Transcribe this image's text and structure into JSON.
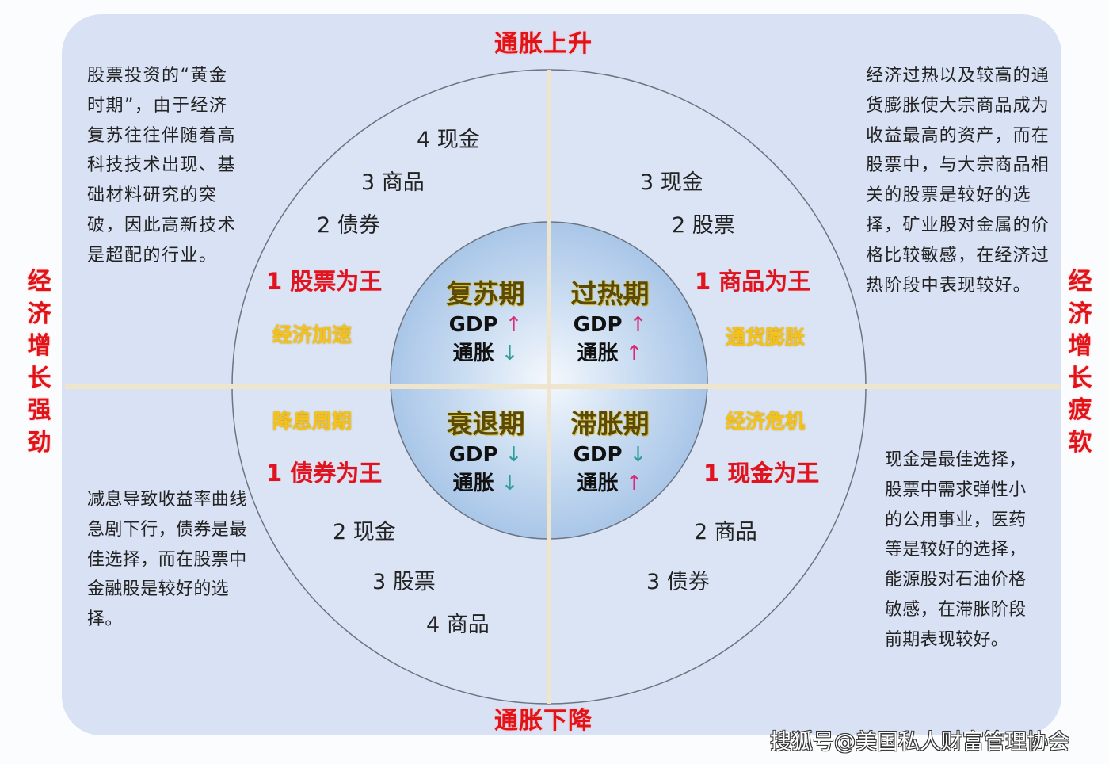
{
  "axes": {
    "top": "通胀上升",
    "bottom": "通胀下降",
    "left": "经济增长强劲",
    "right": "经济增长疲软"
  },
  "quadrants": {
    "top_left": {
      "phase": "复苏期",
      "gdp_label": "GDP",
      "gdp_arrow": "↑",
      "inflation_label": "通胀",
      "inflation_arrow": "↓",
      "trait": "经济加速",
      "king": "1 股票为王",
      "ranks": [
        "2 债券",
        "3 商品",
        "4 现金"
      ],
      "description": "股票投资的“黄金时期”，由于经济复苏往往伴随着高科技技术出现、基础材料研究的突破，因此高新技术是超配的行业。"
    },
    "top_right": {
      "phase": "过热期",
      "gdp_label": "GDP",
      "gdp_arrow": "↑",
      "inflation_label": "通胀",
      "inflation_arrow": "↑",
      "trait": "通货膨胀",
      "king": "1 商品为王",
      "ranks": [
        "2 股票",
        "3 现金"
      ],
      "description": "经济过热以及较高的通货膨胀使大宗商品成为收益最高的资产，而在股票中，与大宗商品相关的股票是较好的选择，矿业股对金属的价格比较敏感，在经济过热阶段中表现较好。"
    },
    "bottom_left": {
      "phase": "衰退期",
      "gdp_label": "GDP",
      "gdp_arrow": "↓",
      "inflation_label": "通胀",
      "inflation_arrow": "↓",
      "trait": "降息周期",
      "king": "1 债券为王",
      "ranks": [
        "2 现金",
        "3 股票",
        "4 商品"
      ],
      "description": "减息导致收益率曲线急剧下行，债券是最佳选择，而在股票中金融股是较好的选择。"
    },
    "bottom_right": {
      "phase": "滞胀期",
      "gdp_label": "GDP",
      "gdp_arrow": "↓",
      "inflation_label": "通胀",
      "inflation_arrow": "↑",
      "trait": "经济危机",
      "king": "1 现金为王",
      "ranks": [
        "2 商品",
        "3 债券"
      ],
      "description": "现金是最佳选择，股票中需求弹性小的公用事业，医药等是较好的选择，能源股对石油价格敏感，在滞胀阶段前期表现较好。"
    }
  },
  "watermark": "搜狐号@美国私人财富管理协会",
  "colors": {
    "panel_bg": "#d9e2f4",
    "axis_red": "#e01418",
    "trait_yellow": "#f4c21b",
    "phase_olive": "#5a4a08",
    "arrow_up": "#d82a78",
    "arrow_down": "#2f9e9a"
  }
}
